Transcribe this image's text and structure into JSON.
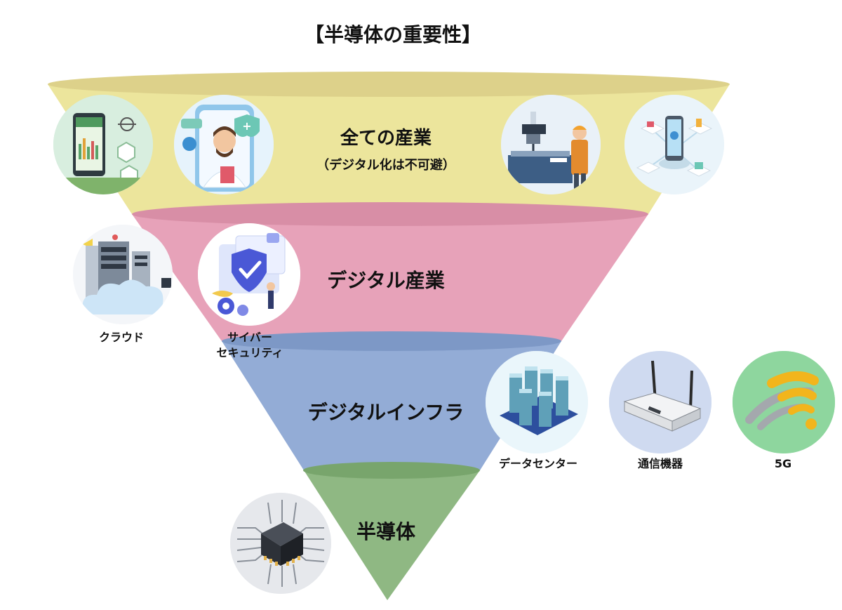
{
  "title": "【半導体の重要性】",
  "layers": {
    "all_industries": {
      "label": "全ての産業",
      "sublabel": "（デジタル化は不可避）",
      "color": "#ece59c"
    },
    "digital_industry": {
      "label": "デジタル産業",
      "color": "#e7a2b9"
    },
    "digital_infra": {
      "label": "デジタルインフラ",
      "color": "#93acd6"
    },
    "semiconductor": {
      "label": "半導体",
      "color": "#8fb883"
    }
  },
  "captions": {
    "cloud": "クラウド",
    "cyber_line1": "サイバー",
    "cyber_line2": "セキュリティ",
    "datacenter": "データセンター",
    "network": "通信機器",
    "fiveg": "5G"
  },
  "icons": {
    "agri": "smart-agriculture-icon",
    "doctor": "telemedicine-doctor-icon",
    "factory": "smart-factory-icon",
    "iot": "iot-network-icon",
    "cloud": "cloud-server-icon",
    "security": "cyber-security-shield-icon",
    "datacenter": "server-rack-icon",
    "router": "wifi-router-icon",
    "fiveg": "wifi-signal-icon",
    "chip": "microchip-icon"
  }
}
